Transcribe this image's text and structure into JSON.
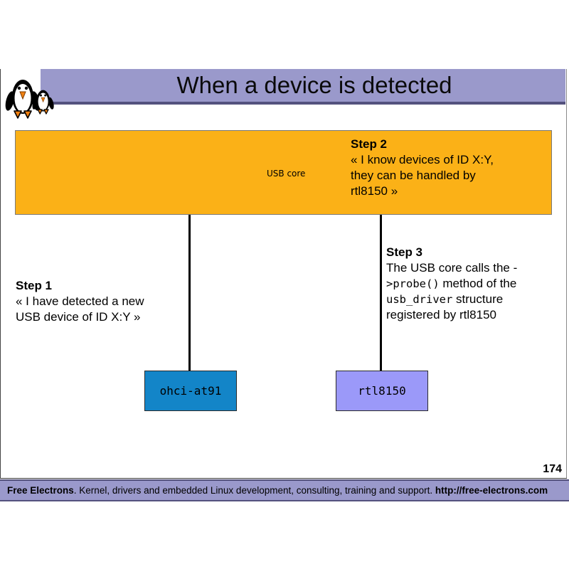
{
  "slide": {
    "title": "When a device is detected",
    "page_number": "174"
  },
  "colors": {
    "bar_purple": "#9a99cb",
    "bar_border_dark": "#54527e",
    "usb_core_orange": "#fbb117",
    "ohci_blue": "#1385c8",
    "rtl_periwinkle": "#9b99f9"
  },
  "usb_core_box": {
    "label": "USB core"
  },
  "steps": {
    "step1": {
      "title": "Step 1",
      "lines": [
        [
          {
            "t": "« I have detected a new"
          }
        ],
        [
          {
            "t": "USB device of ID X:Y »"
          }
        ]
      ]
    },
    "step2": {
      "title": "Step 2",
      "lines": [
        [
          {
            "t": "« I know devices of ID X:Y,"
          }
        ],
        [
          {
            "t": "they can be handled by"
          }
        ],
        [
          {
            "t": "rtl8150 »"
          }
        ]
      ]
    },
    "step3": {
      "title": "Step 3",
      "lines": [
        [
          {
            "t": "The USB core calls the -"
          }
        ],
        [
          {
            "t": ">probe()",
            "mono": true
          },
          {
            "t": " method of the"
          }
        ],
        [
          {
            "t": "usb_driver",
            "mono": true
          },
          {
            "t": " structure"
          }
        ],
        [
          {
            "t": "registered by rtl8150"
          }
        ]
      ]
    }
  },
  "driver_boxes": [
    {
      "label": "ohci-at91",
      "color": "#1385c8"
    },
    {
      "label": "rtl8150",
      "color": "#9b99f9"
    }
  ],
  "logo": {
    "icon": "free-electrons-penguins-icon"
  },
  "footer": {
    "brand": "Free Electrons",
    "tagline": ". Kernel, drivers and embedded Linux development, consulting, training and support. ",
    "url": "http://free-electrons.com"
  }
}
